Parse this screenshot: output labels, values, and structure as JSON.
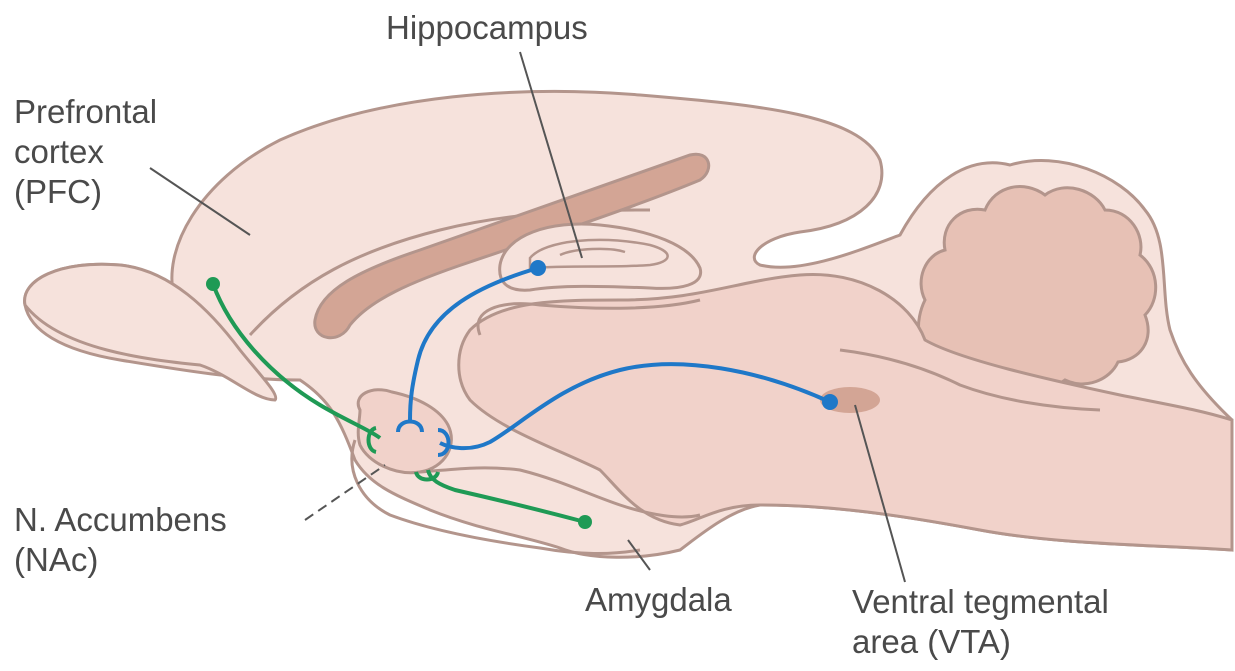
{
  "labels": {
    "hippocampus": "Hippocampus",
    "pfc": [
      "Prefrontal",
      "cortex",
      "(PFC)"
    ],
    "nac": [
      "N. Accumbens",
      "(NAc)"
    ],
    "amygdala": "Amygdala",
    "vta": [
      "Ventral tegmental",
      "area (VTA)"
    ]
  },
  "colors": {
    "brain_fill": "#f6e2dc",
    "brain_outline": "#b3958c",
    "inner_fill": "#f1d2ca",
    "dark_structure": "#d3a595",
    "dopamine_pathway": "#1f78c8",
    "glutamate_pathway": "#1f9a55",
    "leader_line": "#555555",
    "text": "#4a4a4a"
  }
}
